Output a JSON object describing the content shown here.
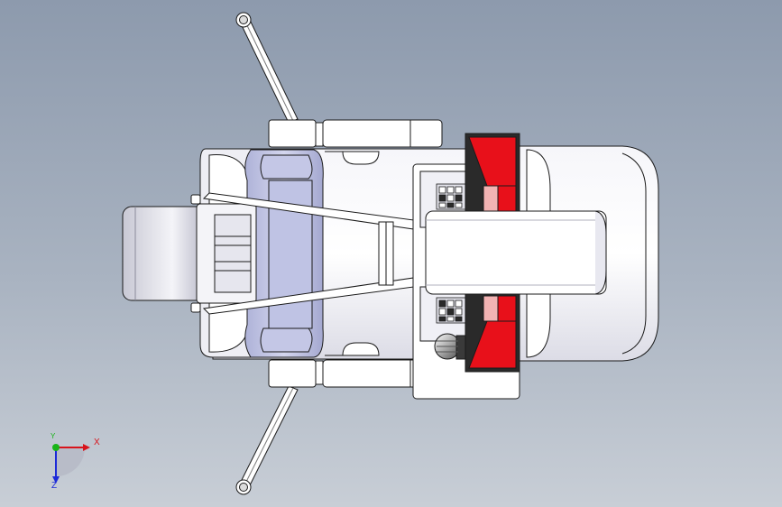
{
  "view": {
    "background_top": "#8d9aad",
    "background_bottom": "#c8ced6",
    "part_fill": "#ffffff",
    "part_edge": "#1a1a1a",
    "shade_fill": "#c9cde8",
    "accent_red": "#e8101a",
    "accent_pink": "#f2b3b3",
    "dark_part": "#2a2a2a"
  },
  "triad": {
    "x_label": "X",
    "y_label": "Y",
    "z_label": "Z",
    "x_color": "#d8141c",
    "y_color": "#18b418",
    "z_color": "#1c2ad8"
  }
}
